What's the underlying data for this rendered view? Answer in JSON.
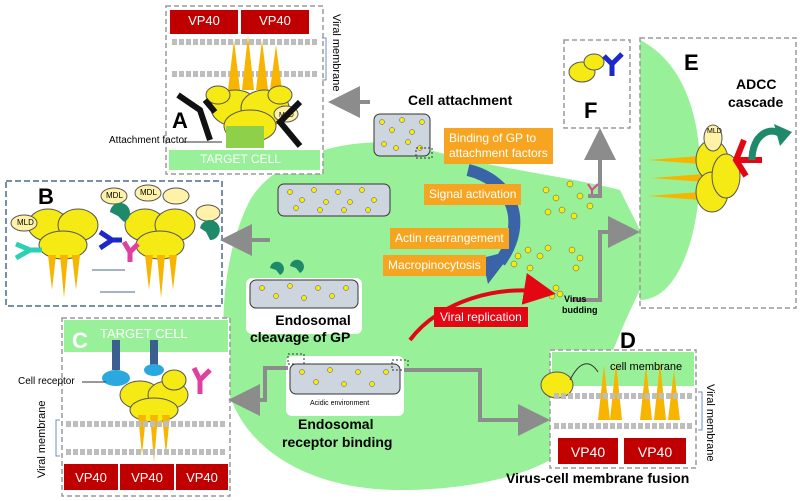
{
  "panels": {
    "a": {
      "letter": "A",
      "vp40_1": "VP40",
      "vp40_2": "VP40",
      "viral_membrane": "Viral membrane",
      "mld": "MLD",
      "attachment_factor": "Attachment factor",
      "target_cell": "TARGET CELL"
    },
    "b": {
      "letter": "B",
      "mld": "MLD",
      "mdl_1": "MDL",
      "mdl_2": "MDL"
    },
    "c": {
      "letter": "C",
      "target_cell": "TARGET CELL",
      "cell_receptor": "Cell receptor",
      "viral_membrane": "Viral membrane",
      "vp40_1": "VP40",
      "vp40_2": "VP40",
      "vp40_3": "VP40"
    },
    "d": {
      "letter": "D",
      "cell_membrane": "cell membrane",
      "viral_membrane": "Viral membrane",
      "vp40_1": "VP40",
      "vp40_2": "VP40",
      "caption": "Virus-cell membrane fusion"
    },
    "e": {
      "letter": "E",
      "adcc": "ADCC",
      "cascade": "cascade",
      "mld": "MLD"
    },
    "f": {
      "letter": "F"
    }
  },
  "steps": {
    "cell_attachment": "Cell attachment",
    "binding_1": "Binding of GP to",
    "binding_2": "attachment factors",
    "signal": "Signal activation",
    "actin": "Actin rearrangement",
    "macro": "Macropinocytosis",
    "viral_replication": "Viral replication",
    "virus": "Virus",
    "budding": "budding",
    "endo_cleavage_1": "Endosomal",
    "endo_cleavage_2": "cleavage of GP",
    "endo_receptor_1": "Endosomal",
    "endo_receptor_2": "receptor binding",
    "acidic": "Acidic environment"
  },
  "colors": {
    "cell": "#98f198",
    "virion_yellow": "#f5ea14",
    "vp40": "#c00000",
    "spike": "#f7b500",
    "label_orange": "#f7a521",
    "label_red": "#e30613",
    "arrow_gray": "#8c8c8c",
    "arrow_blue": "#3b63a8"
  }
}
